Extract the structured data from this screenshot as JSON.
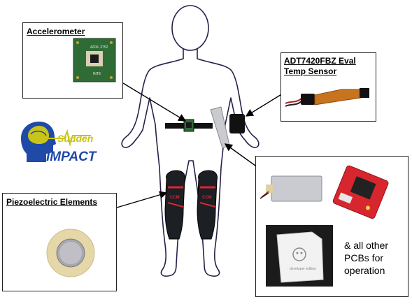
{
  "labels": {
    "accelerometer": "Accelerometer",
    "temp_sensor_line1": "ADT7420FBZ Eval",
    "temp_sensor_line2": "Temp Sensor",
    "piezo": "Piezoelectric Elements",
    "other_line1": "& all other",
    "other_line2": "PCBs for",
    "other_line3": "operation"
  },
  "logo": {
    "word1": "Sudden",
    "word2": "IMPACT"
  },
  "accelerometer_board_text": [
    "ADXL 3752",
    "INTE"
  ],
  "sd_card_text": "developer edition",
  "knee_pad_text": "CCM",
  "colors": {
    "figure_outline": "#2a1f4a",
    "logo_blue": "#1f4aa8",
    "logo_yellow": "#c9c418",
    "pcb_green": "#2f6b35",
    "pcb_red": "#d8262e",
    "flex_orange": "#c8741e"
  }
}
